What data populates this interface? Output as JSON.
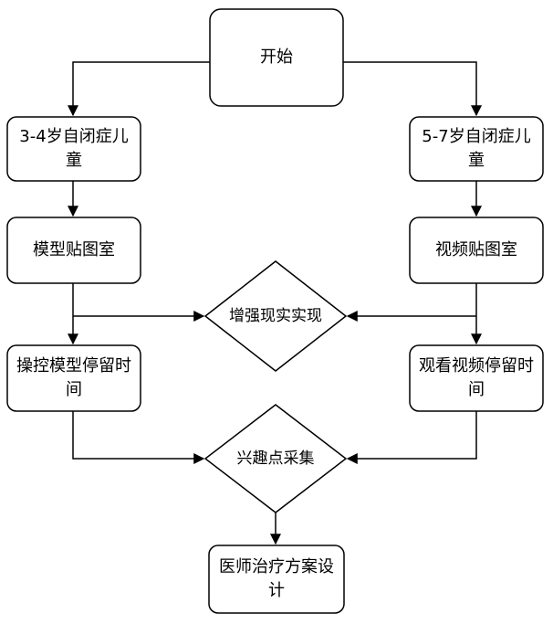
{
  "nodes": {
    "start": "开始",
    "left_group": "3-4岁自闭症儿童",
    "right_group": "5-7岁自闭症儿童",
    "left_room": "模型贴图室",
    "right_room": "视频贴图室",
    "ar": "增强现实实现",
    "left_time": "操控模型停留时间",
    "right_time": "观看视频停留时间",
    "interest": "兴趣点采集",
    "plan": "医师治疗方案设计"
  },
  "colors": {
    "stroke": "#000000",
    "fill": "#ffffff"
  }
}
